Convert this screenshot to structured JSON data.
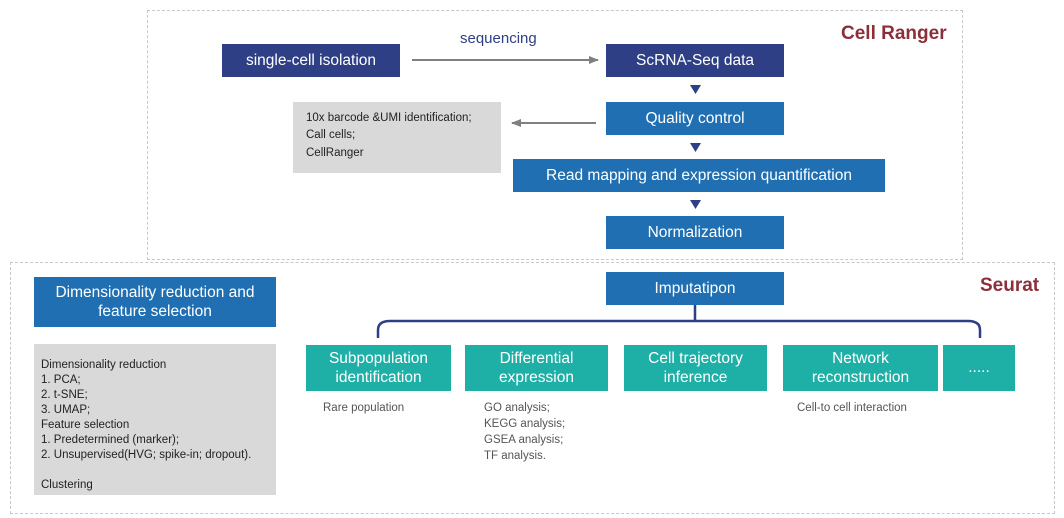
{
  "groups": {
    "cellranger_title": "Cell Ranger",
    "seurat_title": "Seurat"
  },
  "nodes": {
    "isolation": "single-cell isolation",
    "scrna": "ScRNA-Seq data",
    "qc": "Quality control",
    "mapping": "Read mapping and expression quantification",
    "normalization": "Normalization",
    "imputation": "Imputatipon",
    "dimred": "Dimensionality  reduction and feature selection",
    "subpop": "Subpopulation identification",
    "diffexp": "Differential expression",
    "trajectory": "Cell trajectory inference",
    "network": "Network reconstruction",
    "more": "....."
  },
  "edge_labels": {
    "sequencing": "sequencing"
  },
  "notes": {
    "cellranger": [
      "10x barcode &UMI identification;",
      "Call cells;",
      "CellRanger"
    ],
    "dimred": [
      "Dimensionality reduction",
      "1. PCA;",
      "2. t-SNE;",
      "3. UMAP;",
      "Feature selection",
      "1. Predetermined (marker);",
      "2. Unsupervised(HVG; spike-in; dropout).",
      "",
      "Clustering"
    ]
  },
  "sublabels": {
    "subpop": [
      "Rare population"
    ],
    "diffexp": [
      "GO analysis;",
      "KEGG analysis;",
      "GSEA analysis;",
      "TF analysis."
    ],
    "network": [
      "Cell-to cell interaction"
    ]
  },
  "colors": {
    "navy": "#2e3f86",
    "blue": "#1f6fb2",
    "teal": "#1eb0a6",
    "title": "#8b2f3a",
    "note_bg": "#d9d9d9",
    "connector": "#2e3f86",
    "arrow_gray": "#808080"
  }
}
